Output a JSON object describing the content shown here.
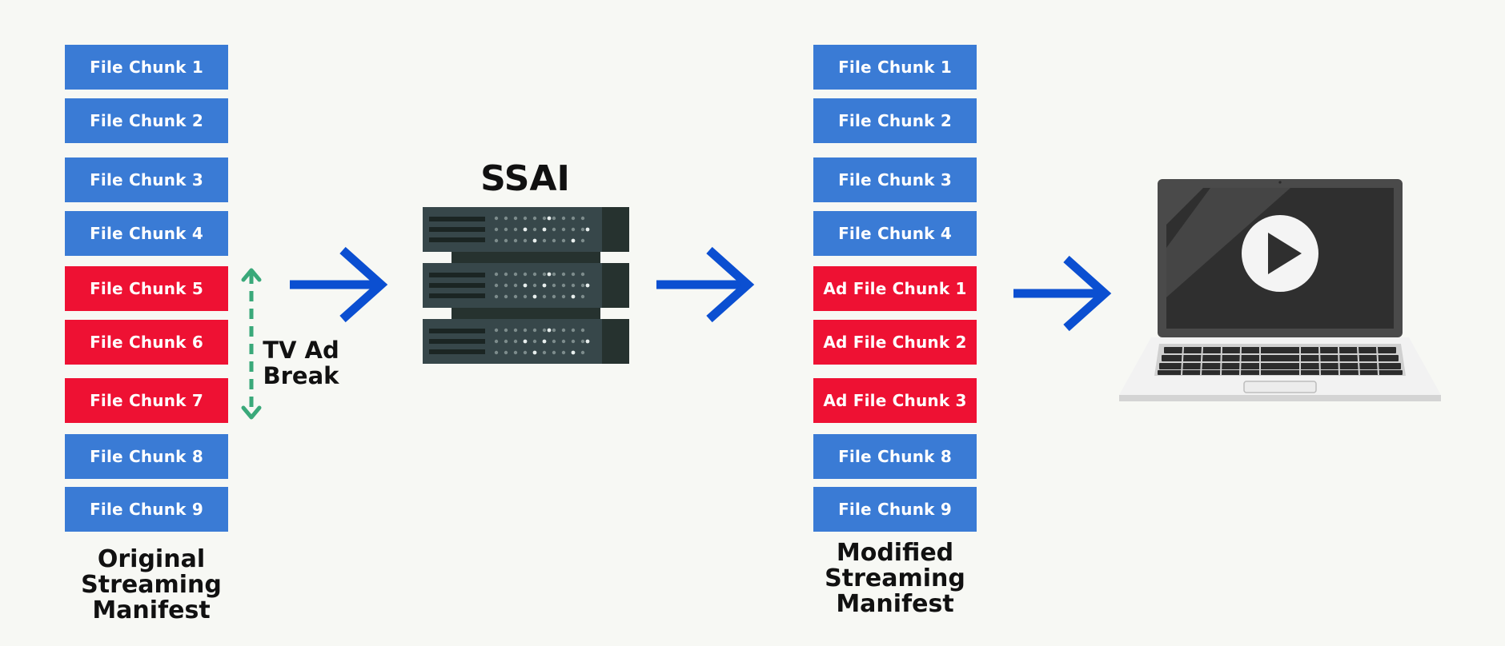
{
  "colors": {
    "background": "#f7f8f4",
    "content_chunk": "#3a7bd5",
    "ad_chunk": "#ee1133",
    "arrow": "#0b4fd1",
    "ad_break_marker": "#3aa97a",
    "server_dark": "#37474a"
  },
  "original_manifest": {
    "chunks": [
      {
        "label": "File Chunk 1",
        "type": "content"
      },
      {
        "label": "File Chunk 2",
        "type": "content"
      },
      {
        "label": "File Chunk 3",
        "type": "content"
      },
      {
        "label": "File Chunk 4",
        "type": "content"
      },
      {
        "label": "File Chunk 5",
        "type": "ad-slot"
      },
      {
        "label": "File Chunk 6",
        "type": "ad-slot"
      },
      {
        "label": "File Chunk 7",
        "type": "ad-slot"
      },
      {
        "label": "File Chunk 8",
        "type": "content"
      },
      {
        "label": "File Chunk 9",
        "type": "content"
      }
    ],
    "caption": [
      "Original",
      "Streaming",
      "Manifest"
    ]
  },
  "ad_break": {
    "label": [
      "TV Ad",
      "Break"
    ]
  },
  "ssai": {
    "title": "SSAI",
    "icon": "server-rack-icon"
  },
  "modified_manifest": {
    "chunks": [
      {
        "label": "File Chunk 1",
        "type": "content"
      },
      {
        "label": "File Chunk 2",
        "type": "content"
      },
      {
        "label": "File Chunk 3",
        "type": "content"
      },
      {
        "label": "File Chunk 4",
        "type": "content"
      },
      {
        "label": "Ad File Chunk 1",
        "type": "ad"
      },
      {
        "label": "Ad File Chunk 2",
        "type": "ad"
      },
      {
        "label": "Ad File Chunk 3",
        "type": "ad"
      },
      {
        "label": "File Chunk 8",
        "type": "content"
      },
      {
        "label": "File Chunk 9",
        "type": "content"
      }
    ],
    "caption": [
      "Modified",
      "Streaming",
      "Manifest"
    ]
  },
  "player": {
    "icon": "laptop-play-icon"
  }
}
